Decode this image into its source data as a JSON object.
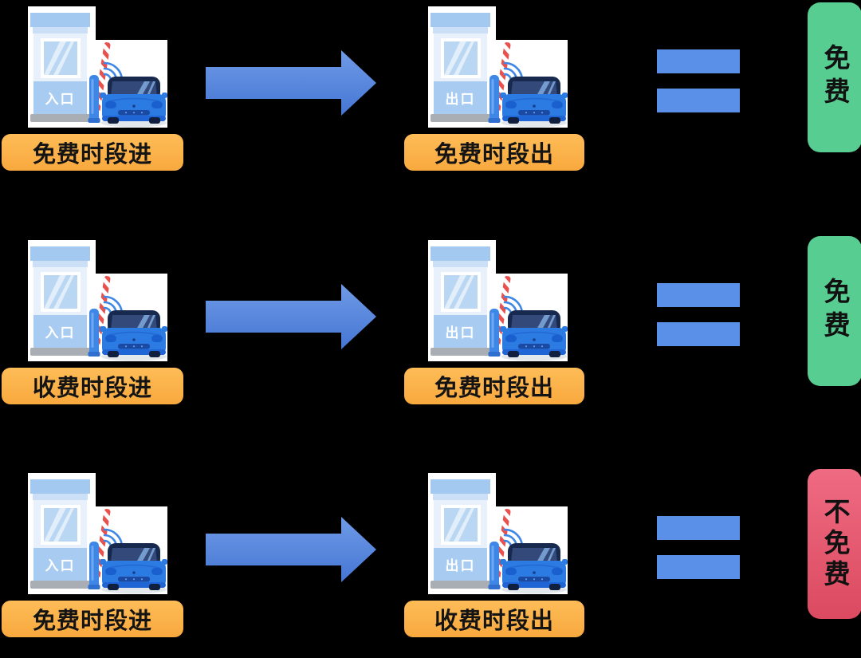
{
  "rows": [
    {
      "entry": {
        "sign": "入口",
        "badge": "免费时段进"
      },
      "exit": {
        "sign": "出口",
        "badge": "免费时段出"
      },
      "result": {
        "text": "免费",
        "type": "free"
      }
    },
    {
      "entry": {
        "sign": "入口",
        "badge": "收费时段进"
      },
      "exit": {
        "sign": "出口",
        "badge": "免费时段出"
      },
      "result": {
        "text": "免费",
        "type": "free"
      }
    },
    {
      "entry": {
        "sign": "入口",
        "badge": "免费时段进"
      },
      "exit": {
        "sign": "出口",
        "badge": "收费时段出"
      },
      "result": {
        "text": "不免费",
        "type": "paid"
      }
    }
  ],
  "icons": {
    "arrow": "arrow-right",
    "equals": "equals-sign",
    "booth": "toll-booth",
    "barrier": "barrier-gate-striped-arm",
    "waves": "signal-waves",
    "car": "blue-car-front"
  },
  "colors": {
    "background": "#000000",
    "arrow_blue_top": "#6F9AE6",
    "arrow_blue_bottom": "#4576D4",
    "equals_blue": "#5B90E8",
    "badge_orange": "#FBAE44",
    "result_green": "#57CD92",
    "result_red_top": "#EF6B82",
    "result_red_bottom": "#DB4A60",
    "booth_blue": "#A3C9F1",
    "car_blue": "#2B7BE3",
    "stripe_red": "#E8514D"
  }
}
